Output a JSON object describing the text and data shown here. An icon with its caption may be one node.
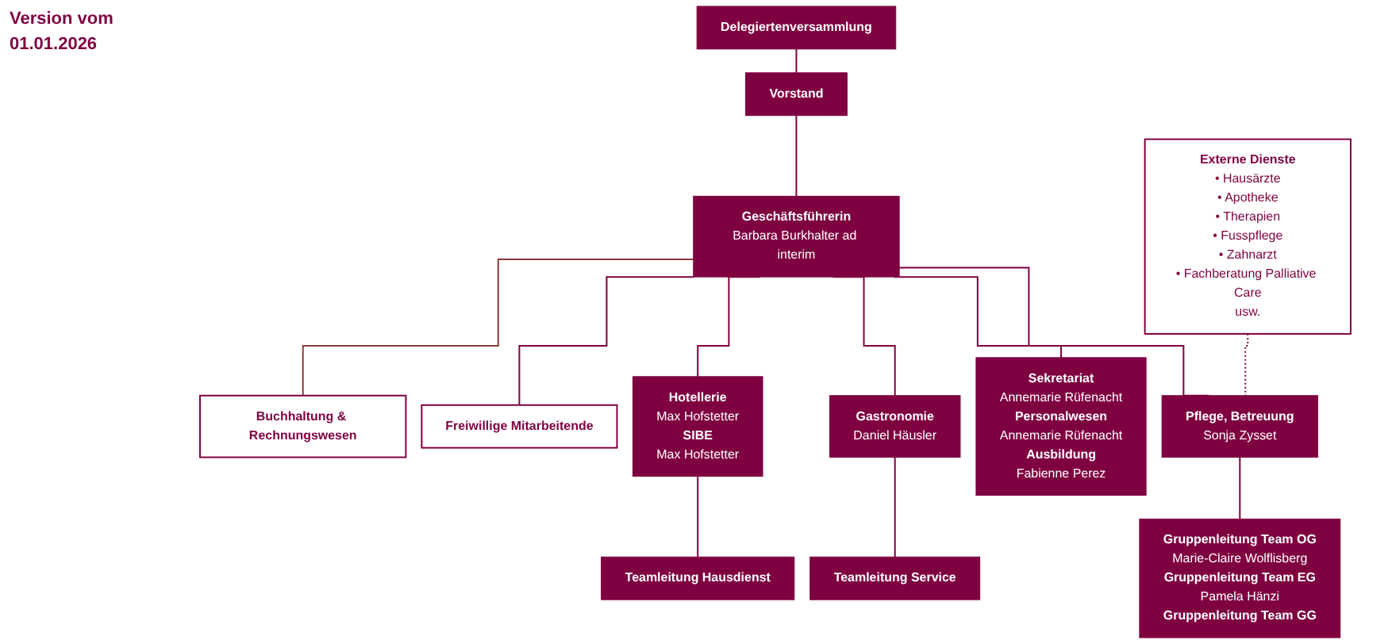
{
  "diagram": {
    "nodes": [
      {
        "text": [
          "Delegiertenversammlung"
        ]
      },
      {
        "text": [
          "Vorstand"
        ]
      },
      {
        "text": [
          "Geschäftsführerin",
          "Barbara Burkhalter ad interim"
        ]
      },
      {
        "text": [
          "Buchhaltung & Rechnungswesen"
        ]
      },
      {
        "text": [
          "Freiwillige Mitarbeitende"
        ]
      },
      {
        "text": [
          "Externe Dienste",
          "• Hausärzte",
          "• Apotheke",
          "• Therapien",
          "• Fusspflege",
          "• Zahnarzt",
          "• Fachberatung Palliative Care",
          "usw."
        ]
      },
      {
        "text": [
          "Pflege, Betreuung",
          "Sonja Zysset"
        ]
      },
      {
        "text": [
          "Gastronomie",
          "Daniel Häusler"
        ]
      },
      {
        "text": [
          "Sekretariat",
          "Annemarie Rüfenacht",
          "Personalwesen",
          "Annemarie Rüfenacht",
          "Ausbildung",
          "Fabienne Perez"
        ]
      },
      {
        "text": [
          "Hotellerie",
          "Max Hofstetter",
          "SIBE",
          "Max Hofstetter"
        ]
      },
      {
        "text": [
          "Gruppenleitung Team OG",
          "Marie-Claire Wolflisberg",
          "Gruppenleitung Team EG",
          "Pamela Hänzi",
          "Gruppenleitung Team GG"
        ]
      },
      {
        "text": [
          "Teamleitung Service"
        ]
      },
      {
        "text": [
          "Teamleitung Hausdienst"
        ]
      }
    ],
    "edges": [
      {
        "from": 0,
        "to": 1,
        "arrow": "none"
      },
      {
        "from": 1,
        "to": 2,
        "arrow": "none"
      },
      {
        "from": 2,
        "to": 3,
        "arrow": "none",
        "color": "#8b3a3a"
      },
      {
        "from": 2,
        "to": 4,
        "arrow": "none"
      },
      {
        "from": 2,
        "to": 6,
        "arrow": "none"
      },
      {
        "from": 2,
        "to": 7,
        "arrow": "none"
      },
      {
        "from": 2,
        "to": 8,
        "arrow": "none"
      },
      {
        "from": 2,
        "to": 9,
        "arrow": "none"
      },
      {
        "from": 5,
        "to": 6,
        "arrow": "none",
        "style": "dashed"
      },
      {
        "from": 6,
        "to": 10,
        "arrow": "none"
      },
      {
        "from": 7,
        "to": 11,
        "arrow": "none"
      },
      {
        "from": 9,
        "to": 12,
        "arrow": "none"
      }
    ],
    "labels": [
      "Version vom 01.01.2026"
    ]
  }
}
